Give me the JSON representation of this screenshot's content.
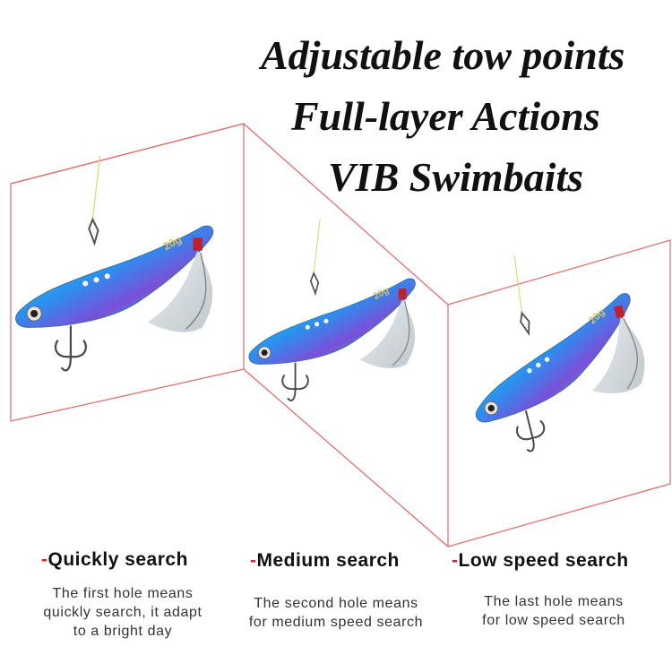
{
  "title": {
    "line1": "Adjustable tow points",
    "line2": "Full-layer Actions",
    "line3": "VIB Swimbaits"
  },
  "lure_weight_stamp": "20g",
  "modes": [
    {
      "dash": "-",
      "label": "Quickly search",
      "desc": [
        "The first hole means",
        "quickly search, it adapt",
        "to a bright day"
      ]
    },
    {
      "dash": "-",
      "label": "Medium search",
      "desc": [
        "The second hole means",
        "for medium speed search"
      ]
    },
    {
      "dash": "-",
      "label": "Low speed search",
      "desc": [
        "The last hole means",
        "for low speed search"
      ]
    }
  ],
  "colors": {
    "frame_line": "#d9534f",
    "accent_dash": "#d2232a",
    "title_text": "#111111"
  }
}
